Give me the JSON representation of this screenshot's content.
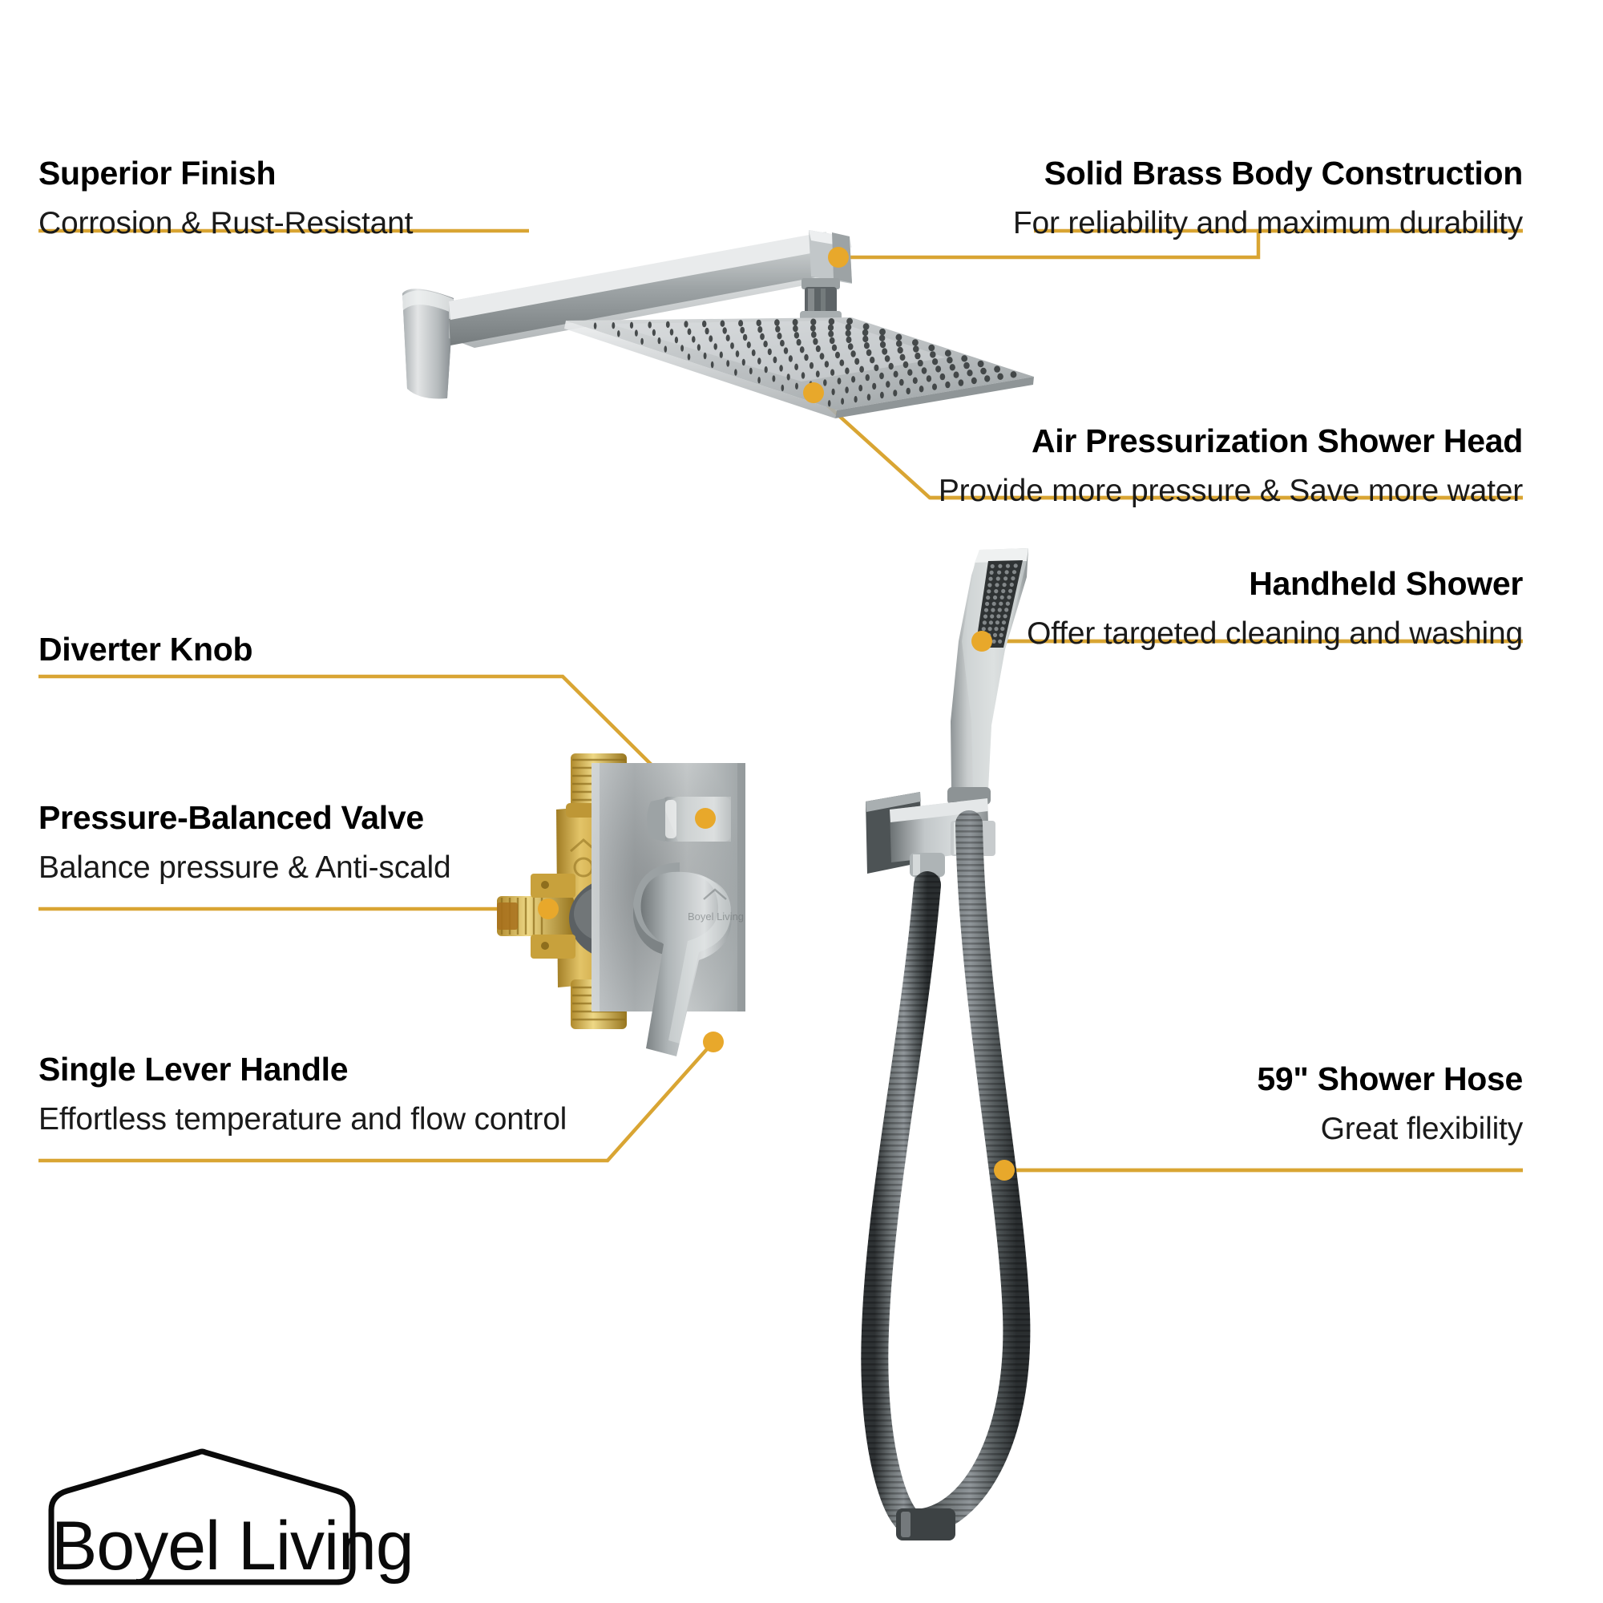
{
  "page": {
    "background_color": "#ffffff",
    "accent_color": "#D9A533",
    "dot_color": "#E8A82B",
    "metal_light": "#E6E8E8",
    "metal_mid": "#B4B8B9",
    "metal_dark": "#6E7375",
    "brass_light": "#E0C068",
    "brass_mid": "#C9A13E",
    "brass_dark": "#9C7A22",
    "nozzle_color": "#3A3E3F",
    "hose_color": "#4A4D4F"
  },
  "callouts": [
    {
      "id": "superior-finish",
      "side": "left",
      "title": "Superior Finish",
      "subtitle": "Corrosion & Rust-Resistant"
    },
    {
      "id": "solid-brass-body",
      "side": "right",
      "title": "Solid Brass Body Construction",
      "subtitle": "For reliability and maximum durability"
    },
    {
      "id": "air-pressurization-shower-head",
      "side": "right",
      "title": "Air Pressurization Shower Head",
      "subtitle": "Provide more pressure & Save more water"
    },
    {
      "id": "diverter-knob",
      "side": "left",
      "title": "Diverter Knob",
      "subtitle": ""
    },
    {
      "id": "handheld-shower",
      "side": "right",
      "title": "Handheld Shower",
      "subtitle": "Offer targeted cleaning and washing"
    },
    {
      "id": "pressure-balanced-valve",
      "side": "left",
      "title": "Pressure-Balanced Valve",
      "subtitle": "Balance pressure & Anti-scald"
    },
    {
      "id": "single-lever-handle",
      "side": "left",
      "title": "Single Lever Handle",
      "subtitle": "Effortless temperature and flow control"
    },
    {
      "id": "shower-hose",
      "side": "right",
      "title": "59\" Shower Hose",
      "subtitle": "Great flexibility"
    }
  ],
  "brand": {
    "name": "Boyel Living",
    "mark": "house-outline"
  },
  "product": {
    "handle_engraving": "Boyel Living",
    "parts": [
      "wall-mount-flange",
      "shower-arm",
      "rain-shower-head",
      "handheld-shower-wand",
      "wall-supply-bracket",
      "metal-shower-hose",
      "pressure-balance-valve-body",
      "escutcheon-plate",
      "diverter-knob",
      "lever-handle"
    ]
  }
}
